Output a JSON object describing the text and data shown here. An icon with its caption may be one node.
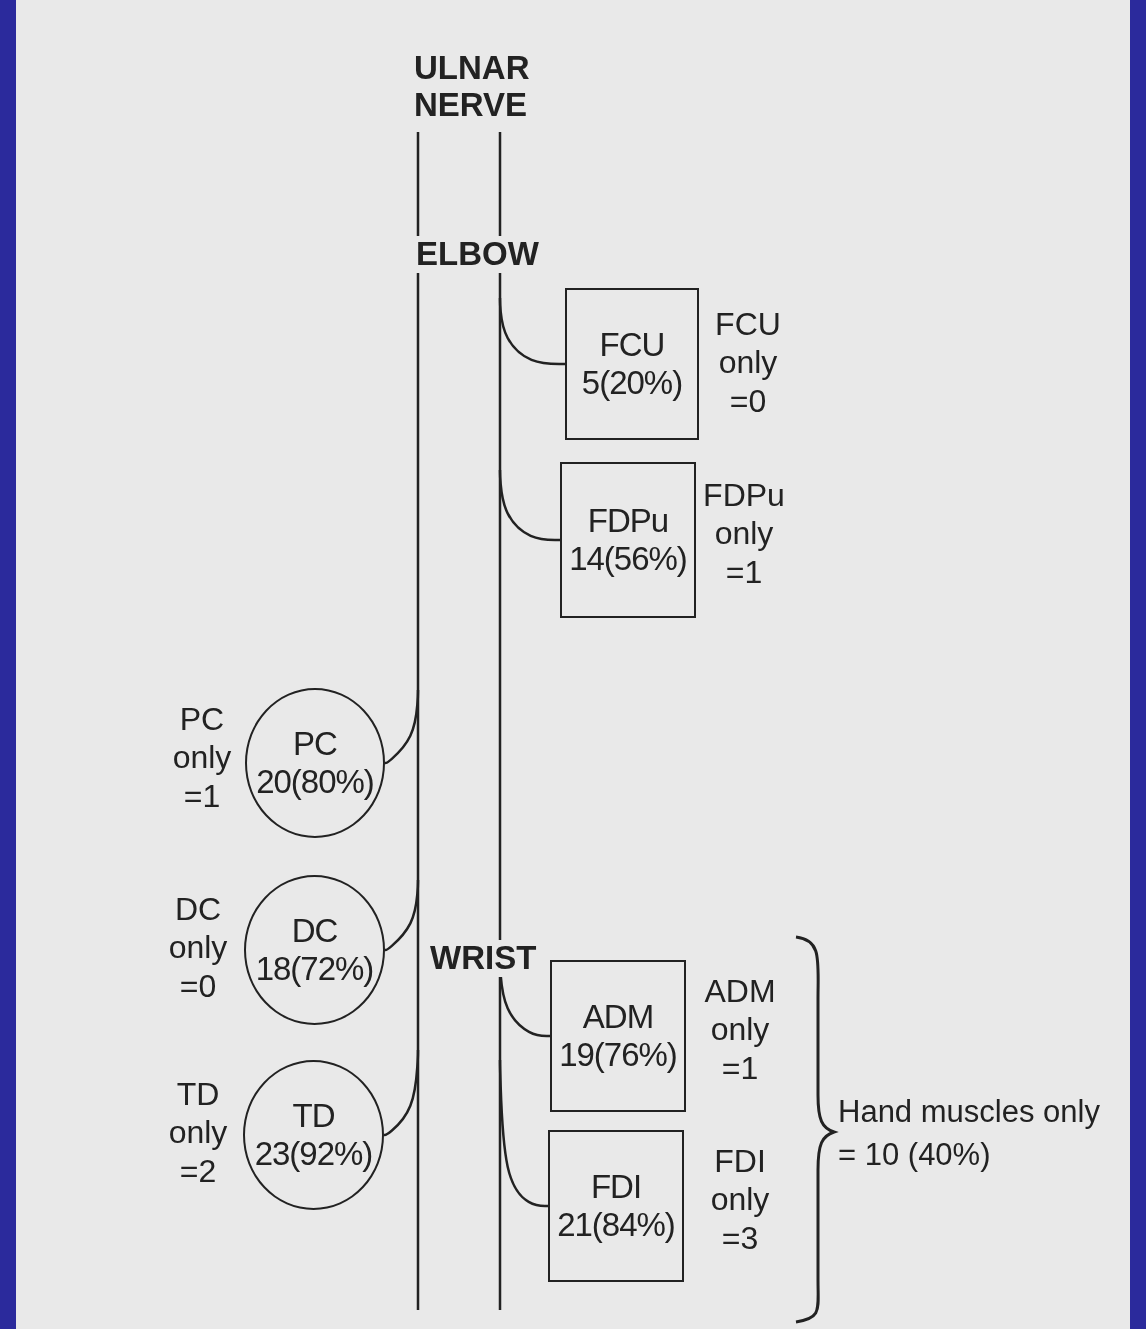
{
  "diagram": {
    "nodes": [
      {
        "text": [],
        "shape": "bar"
      },
      {
        "text": [
          "FCU",
          "5(20%)"
        ],
        "beside": [
          "FCU only =0"
        ]
      },
      {
        "text": [
          "FDPu",
          "14(56%)"
        ],
        "beside": [
          "FDPu only =1"
        ]
      },
      {
        "text": [
          "PC",
          "20(80%)"
        ],
        "beside": [
          "PC only =1"
        ]
      },
      {
        "text": [
          "DC",
          "18(72%)"
        ],
        "beside": [
          "DC only =0"
        ]
      },
      {
        "text": [
          "ADM",
          "19(76%)"
        ],
        "beside": [
          "ADM only =1"
        ]
      },
      {
        "text": [
          "TD",
          "23(92%)"
        ],
        "beside": [
          "TD only =2"
        ]
      },
      {
        "text": [
          "FDI",
          "21(84%)"
        ],
        "beside": [
          "FDI only =3"
        ]
      }
    ],
    "edges": [
      {
        "from": 0,
        "to": 1,
        "arrow": "none"
      },
      {
        "from": 0,
        "to": 2,
        "arrow": "none"
      },
      {
        "from": 0,
        "to": 3,
        "arrow": "none"
      },
      {
        "from": 0,
        "to": 4,
        "arrow": "none"
      },
      {
        "from": 0,
        "to": 5,
        "arrow": "none"
      },
      {
        "from": 0,
        "to": 6,
        "arrow": "none"
      },
      {
        "from": 0,
        "to": 7,
        "arrow": "none"
      }
    ],
    "labels": [
      "ULNAR NERVE",
      "ELBOW",
      "WRIST",
      "Hand muscles only = 10 (40%)"
    ]
  }
}
